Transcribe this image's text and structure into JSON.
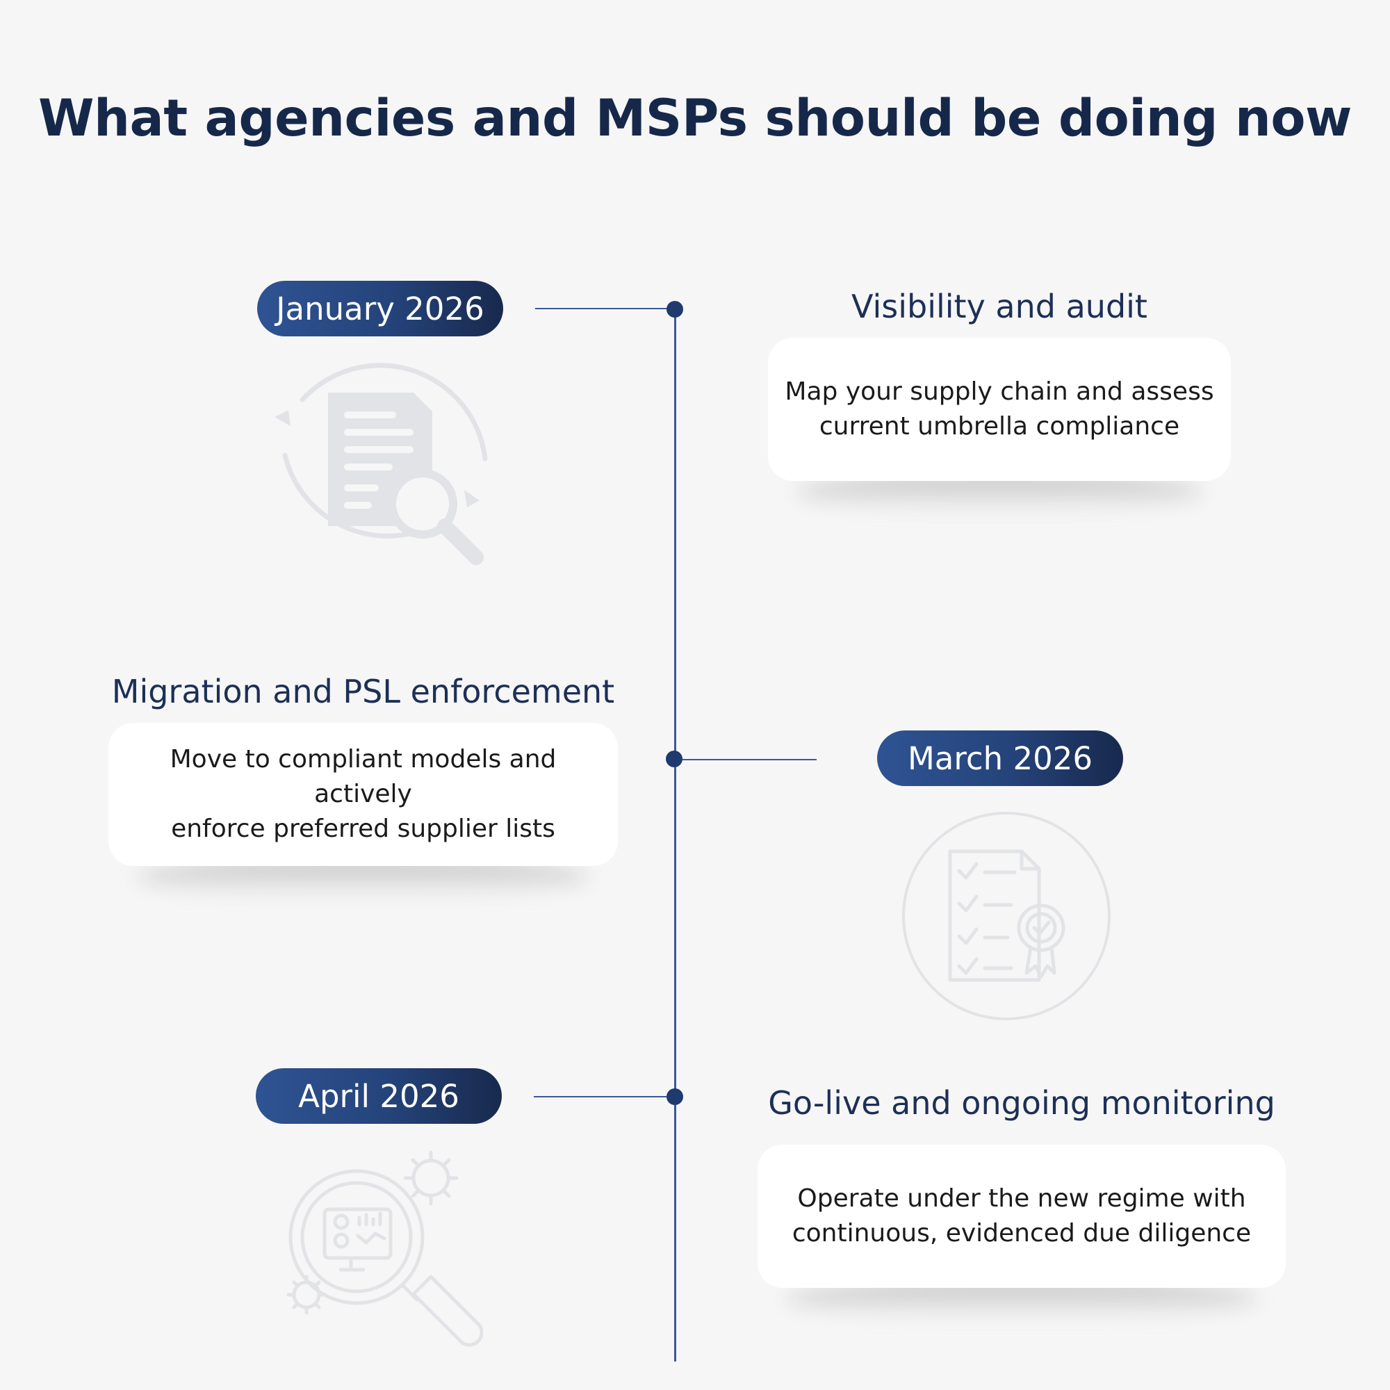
{
  "title": "What agencies and MSPs should be doing now",
  "steps": [
    {
      "date": "January 2026",
      "heading": "Visibility and audit",
      "description_line1": "Map your supply chain and assess",
      "description_line2": "current umbrella compliance",
      "icon": "document-search-icon"
    },
    {
      "date": "March 2026",
      "heading": "Migration and PSL enforcement",
      "description_line1": "Move to compliant models and actively",
      "description_line2": "enforce preferred supplier lists",
      "icon": "checklist-certificate-icon"
    },
    {
      "date": "April 2026",
      "heading": "Go-live and ongoing monitoring",
      "description_line1": "Operate under the new regime with",
      "description_line2": "continuous, evidenced due diligence",
      "icon": "monitoring-magnifier-icon"
    }
  ],
  "colors": {
    "background": "#f6f6f6",
    "title": "#16284a",
    "pill_start": "#2f5393",
    "pill_end": "#18294d",
    "timeline": "#3b5896",
    "icon": "#e2e3e6"
  }
}
